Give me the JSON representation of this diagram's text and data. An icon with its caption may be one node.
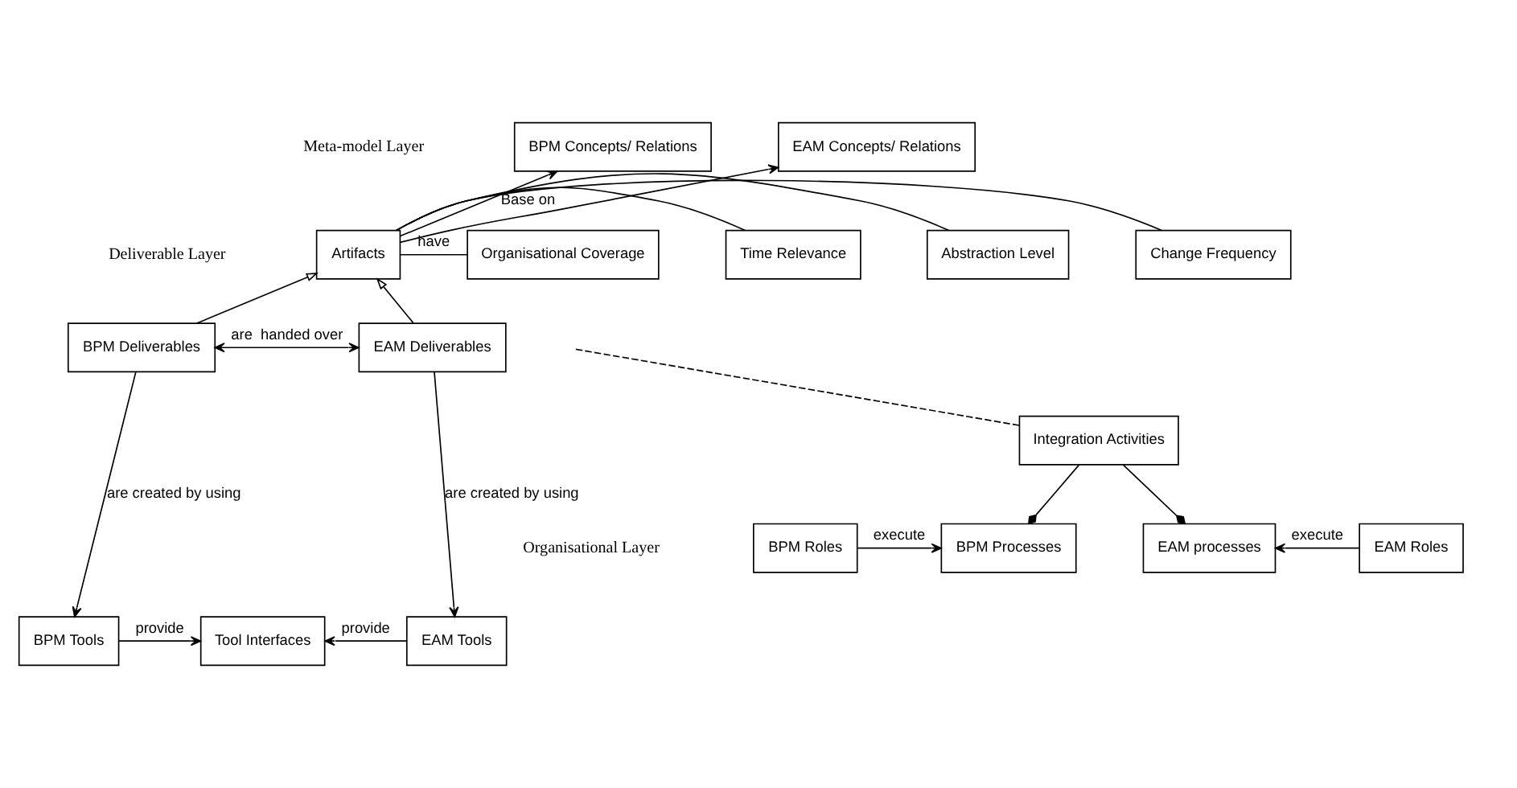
{
  "diagram": {
    "nodes": [
      {
        "text": [
          "BPM Concepts/ Relations"
        ]
      },
      {
        "text": [
          "EAM Concepts/ Relations"
        ]
      },
      {
        "text": [
          "Artifacts"
        ]
      },
      {
        "text": [
          "Organisational Coverage"
        ]
      },
      {
        "text": [
          "Time Relevance"
        ]
      },
      {
        "text": [
          "Abstraction Level"
        ]
      },
      {
        "text": [
          "Change Frequency"
        ]
      },
      {
        "text": [
          "BPM Deliverables"
        ]
      },
      {
        "text": [
          "EAM Deliverables"
        ]
      },
      {
        "text": [
          "Integration Activities"
        ]
      },
      {
        "text": [
          "BPM Roles"
        ]
      },
      {
        "text": [
          "BPM Processes"
        ]
      },
      {
        "text": [
          "EAM processes"
        ]
      },
      {
        "text": [
          "EAM Roles"
        ]
      },
      {
        "text": [
          "BPM Tools"
        ]
      },
      {
        "text": [
          "Tool Interfaces"
        ]
      },
      {
        "text": [
          "EAM Tools"
        ]
      }
    ],
    "edges": [
      {
        "from": 2,
        "to": 0,
        "arrow": "to",
        "label": "Base on"
      },
      {
        "from": 2,
        "to": 1,
        "arrow": "to"
      },
      {
        "from": 2,
        "to": 3,
        "arrow": "none",
        "label": "have"
      },
      {
        "from": 2,
        "to": 4,
        "arrow": "none"
      },
      {
        "from": 2,
        "to": 5,
        "arrow": "none"
      },
      {
        "from": 2,
        "to": 6,
        "arrow": "none"
      },
      {
        "from": 7,
        "to": 2,
        "arrow": "to"
      },
      {
        "from": 8,
        "to": 2,
        "arrow": "to"
      },
      {
        "from": 7,
        "to": 8,
        "arrow": "both",
        "label": "are  handed over"
      },
      {
        "from": 9,
        "to": null,
        "arrow": "none",
        "style": "dashed"
      },
      {
        "from": 9,
        "to": 11,
        "arrow": "other"
      },
      {
        "from": 9,
        "to": 12,
        "arrow": "other"
      },
      {
        "from": 10,
        "to": 11,
        "arrow": "to",
        "label": "execute"
      },
      {
        "from": 13,
        "to": 12,
        "arrow": "to",
        "label": "execute"
      },
      {
        "from": 7,
        "to": 14,
        "arrow": "to",
        "label": "are created by using"
      },
      {
        "from": 8,
        "to": 16,
        "arrow": "to",
        "label": "are created by using"
      },
      {
        "from": 14,
        "to": 15,
        "arrow": "to",
        "label": "provide"
      },
      {
        "from": 16,
        "to": 15,
        "arrow": "to",
        "label": "provide"
      }
    ],
    "labels": [
      "Meta-model Layer",
      "Deliverable Layer",
      "Organisational Layer"
    ]
  }
}
